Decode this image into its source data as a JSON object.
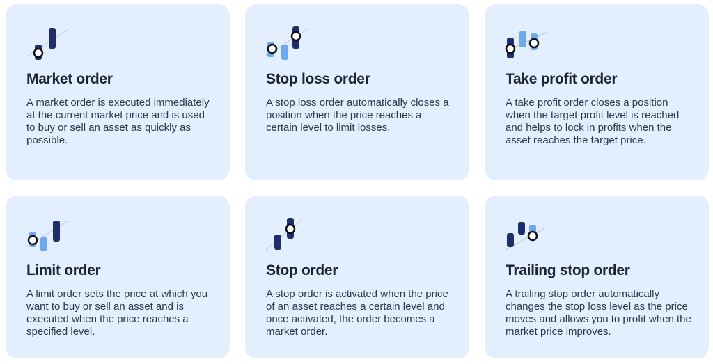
{
  "colors": {
    "card_background": "#e3efff",
    "candle_dark": "#1f2d6b",
    "candle_light": "#6fa8ec",
    "title_text": "#1d2430",
    "body_text": "#2f3744"
  },
  "cards": [
    {
      "icon": "market-order-candles-icon",
      "title": "Market order",
      "description": "A market order is executed immediately at the current market price and is used to buy or sell an asset as quickly as possible."
    },
    {
      "icon": "stop-loss-candles-icon",
      "title": "Stop loss order",
      "description": "A stop loss order automatically closes a position when the price reaches a certain level to limit losses."
    },
    {
      "icon": "take-profit-candles-icon",
      "title": "Take profit order",
      "description": "A take profit order closes a position when the target profit level is reached and helps to lock in profits when the asset reaches the target price."
    },
    {
      "icon": "limit-order-candles-icon",
      "title": "Limit order",
      "description": "A limit order sets the price at which you want to buy or sell an asset and is executed when the price reaches a specified level."
    },
    {
      "icon": "stop-order-candles-icon",
      "title": "Stop order",
      "description": "A stop order is activated when the price of an asset reaches a certain level and once activated, the order becomes a market order."
    },
    {
      "icon": "trailing-stop-candles-icon",
      "title": "Trailing stop order",
      "description": "A trailing stop order automatically changes the stop loss level as the price moves and allows you to profit when the market price improves."
    }
  ]
}
